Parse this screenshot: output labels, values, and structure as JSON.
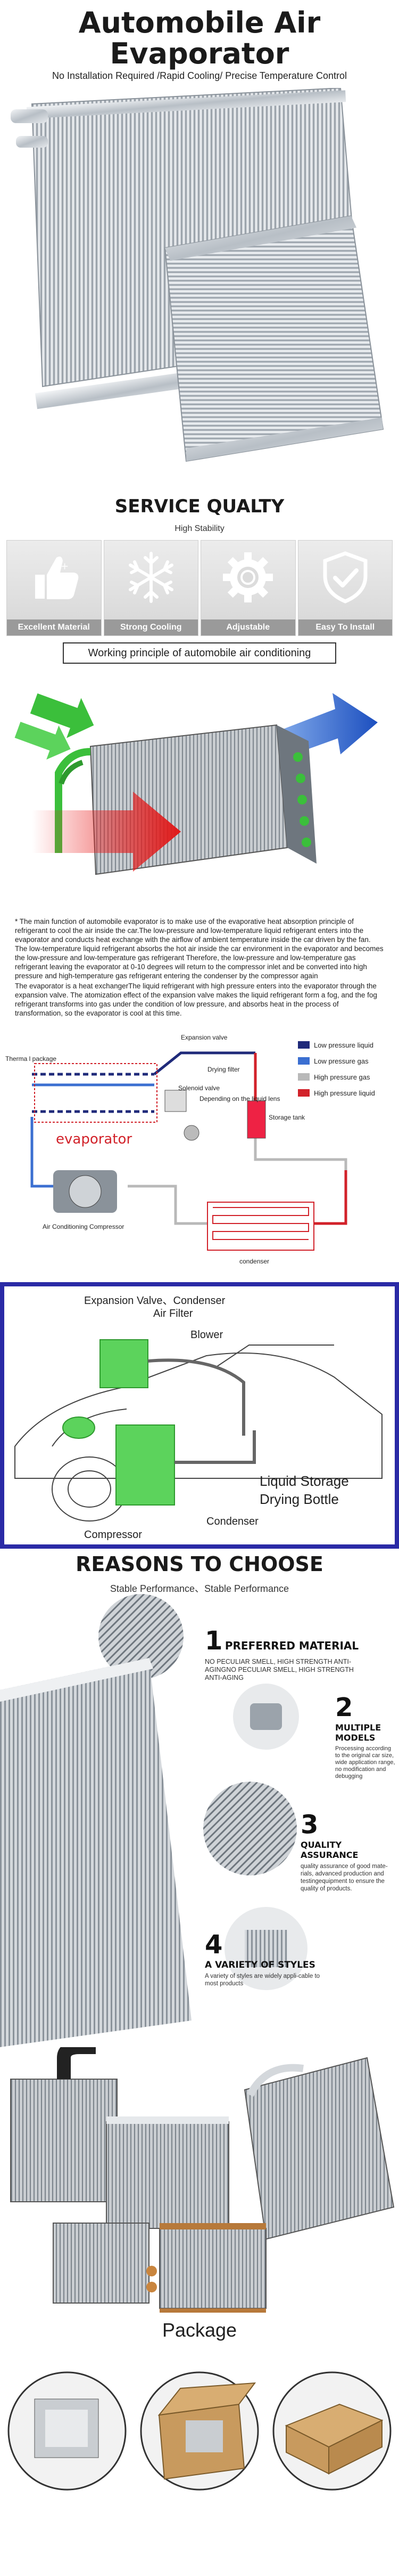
{
  "hero": {
    "title_line1": "Automobile Air",
    "title_line2": "Evaporator",
    "subtitle": "No Installation Required /Rapid Cooling/ Precise Temperature Control"
  },
  "service": {
    "title": "SERVICE QUALTY",
    "subtitle": "High Stability",
    "cards": [
      {
        "label": "Excellent Material",
        "icon": "thumbs-up-icon"
      },
      {
        "label": "Strong Cooling",
        "icon": "snowflake-icon"
      },
      {
        "label": "Adjustable",
        "icon": "gear-icon"
      },
      {
        "label": "Easy To Install",
        "icon": "shield-check-icon"
      }
    ],
    "working_title": "Working principle of automobile air conditioning"
  },
  "principle": {
    "paragraphs": [
      "* The main function of automobile evaporator is to make use of the evaporative heat absorption principle of refrigerant to cool the air inside the car.The low-pressure and low-temperature liquid refrigerant enters into the evaporator and conducts heat exchange with the airflow of ambient temperature inside the car driven by the fan. The low-temperature liquid refrigerant absorbs the hot air inside the car environment in the evaporator and becomes the low-pressure and low-temperature gas refrigerant Therefore, the low-pressure and low-temperature gas refrigerant leaving the evaporator at 0-10 degrees will return to the compressor inlet and be converted into high pressure and high-temperature gas refrigerant entering the condenser by the compressor again",
      "The evaporator is a heat exchangerThe liquid refrigerant with high pressure enters into the evaporator through the expansion valve. The atomization effect of the expansion valve makes the liquid refrigerant form a fog, and the fog refrigerant transforms into gas under the condition of low pressure, and absorbs heat in the process of transformation, so the evaporator is cool at this time."
    ]
  },
  "system": {
    "labels": {
      "expansion_valve": "Expansion valve",
      "drying_filter": "Drying filter",
      "solenoid_valve": "Solenoid valve",
      "depending": "Depending on the liquid lens",
      "storage_tank": "Storage tank",
      "thermal_package": "Therma l package",
      "evaporator": "evaporator",
      "compressor": "Air Conditioning Compressor",
      "condenser": "condenser"
    },
    "legend": [
      {
        "label": "Low pressure liquid",
        "color": "#1f2a7a"
      },
      {
        "label": "Low pressure gas",
        "color": "#3b6fd1"
      },
      {
        "label": "High pressure gas",
        "color": "#b9b9b9"
      },
      {
        "label": "High pressure liquid",
        "color": "#d2222a"
      }
    ]
  },
  "car": {
    "labels": {
      "expansion": "Expansion Valve、Condenser",
      "air_filter": "Air Filter",
      "blower": "Blower",
      "liquid_storage": "Liquid Storage",
      "drying_bottle": "Drying Bottle",
      "condenser": "Condenser",
      "compressor": "Compressor"
    }
  },
  "reasons": {
    "title": "REASONS TO CHOOSE",
    "subtitle": "Stable Performance、Stable Performance",
    "items": [
      {
        "num": "1",
        "head": "PREFERRED MATERIAL",
        "body": "NO PECULIAR SMELL, HIGH STRENGTH ANTI-AGINGNO PECULIAR SMELL, HIGH STRENGTH ANTI-AGING"
      },
      {
        "num": "2",
        "head": "MULTIPLE MODELS",
        "body": "Processing according to the original car size, wide application range, no modification and debugging"
      },
      {
        "num": "3",
        "head": "QUALITY ASSURANCE",
        "body": "quality assurance of good mate-rials, advanced production and testingequipment to ensure the quality of products."
      },
      {
        "num": "4",
        "head": "A VARIETY OF STYLES",
        "body": "A variety of styles are widely appli-cable to most products"
      }
    ]
  },
  "package": {
    "title": "Package"
  }
}
